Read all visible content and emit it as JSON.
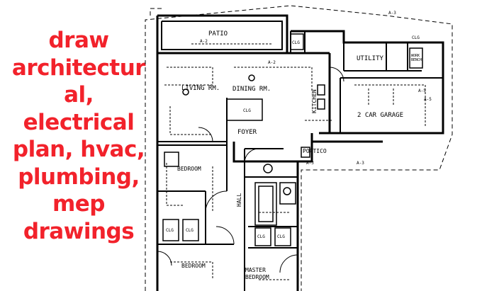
{
  "headline": {
    "color": "#f2222b",
    "lines": [
      "draw",
      "architectur",
      "al,",
      "electrical",
      "plan, hvac,",
      "plumbing,",
      "mep",
      "drawings"
    ]
  },
  "plan": {
    "rooms": {
      "patio": "PATIO",
      "living": "LIVING RM.",
      "dining": "DINING RM.",
      "kitchen": "KITCHEN",
      "utility": "UTILITY",
      "garage": "2 CAR GARAGE",
      "foyer": "FOYER",
      "portico": "PORTICO",
      "bedroom1": "BEDROOM",
      "hall": "HALL",
      "bedroom2": "BEDROOM",
      "master1": "MASTER",
      "master2": "BEDROOM"
    },
    "closet": "CLG",
    "work_bench": [
      "WORK",
      "BENCH"
    ],
    "circuit_a3": "A-3",
    "circuit_a2": "A-2",
    "circuit_a5": "A-5"
  }
}
